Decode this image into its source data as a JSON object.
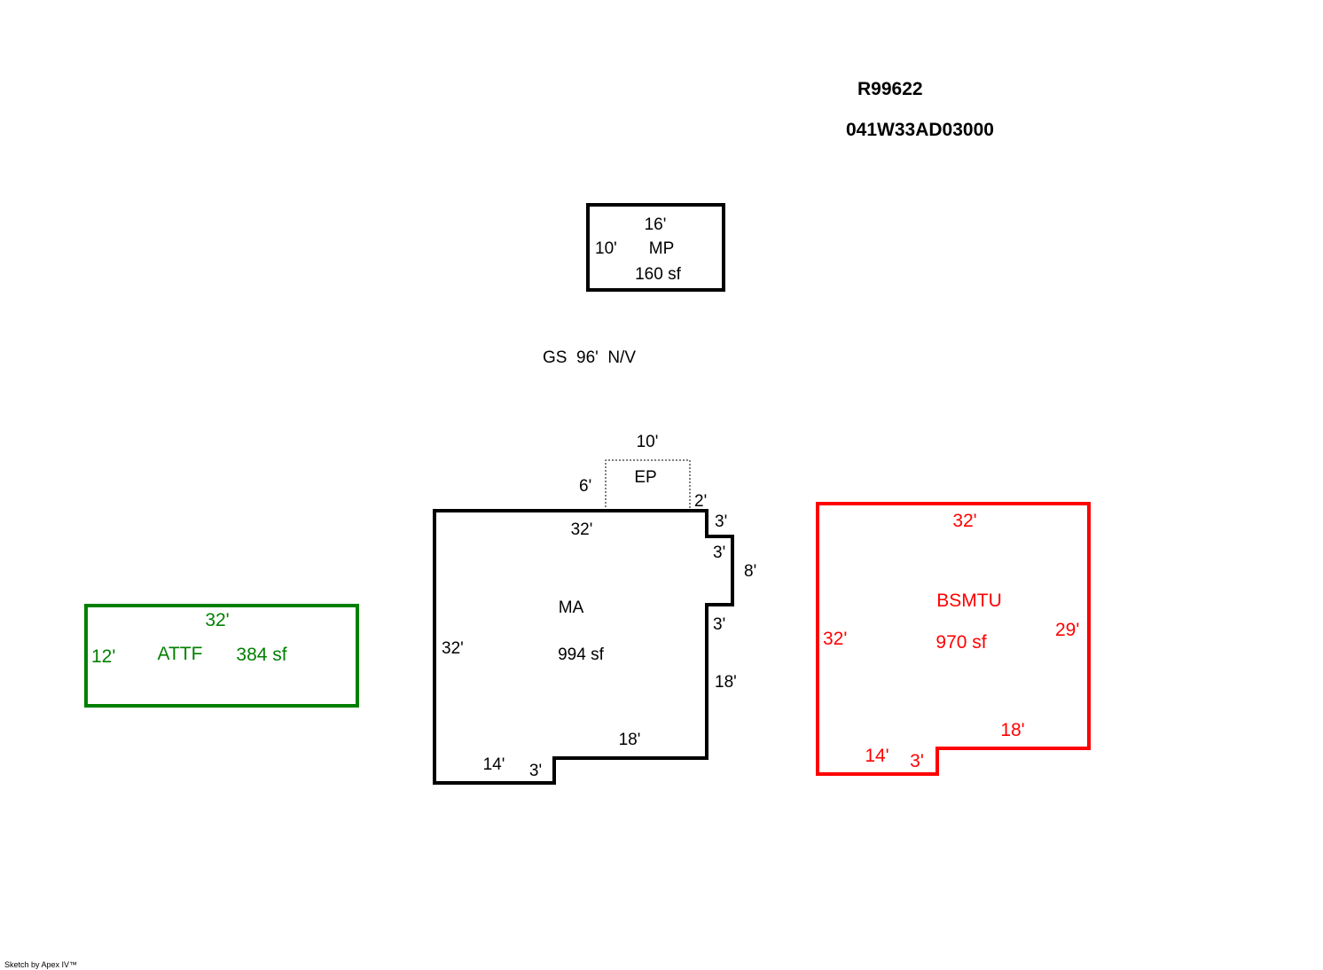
{
  "header": {
    "account_id": "R99622",
    "parcel_id": "041W33AD03000"
  },
  "colors": {
    "main": "#000000",
    "basement": "#ff0000",
    "garage": "#008000"
  },
  "areas": {
    "mp": {
      "code": "MP",
      "area": "160 sf",
      "dims": {
        "top": "16'",
        "left": "10'"
      }
    },
    "gs": {
      "text": "GS  96'  N/V"
    },
    "ep": {
      "code": "EP",
      "dims": {
        "top": "10'",
        "left": "6'",
        "right": "2'"
      }
    },
    "ma": {
      "code": "MA",
      "area": "994 sf",
      "dims": {
        "top": "32'",
        "step_top": "3'",
        "step_inner": "3'",
        "right_bump": "8'",
        "step_lower": "3'",
        "right": "18'",
        "bottom_right": "18'",
        "bottom_step": "3'",
        "bottom_left": "14'",
        "left": "32'"
      }
    },
    "bsmtu": {
      "code": "BSMTU",
      "area": "970 sf",
      "dims": {
        "top": "32'",
        "left": "32'",
        "right": "29'",
        "bottom_right": "18'",
        "bottom_left": "14'",
        "bottom_step": "3'"
      }
    },
    "attf": {
      "code": "ATTF",
      "area": "384 sf",
      "dims": {
        "top": "32'",
        "left": "12'"
      }
    }
  },
  "footer": {
    "credit": "Sketch by Apex IV™"
  }
}
